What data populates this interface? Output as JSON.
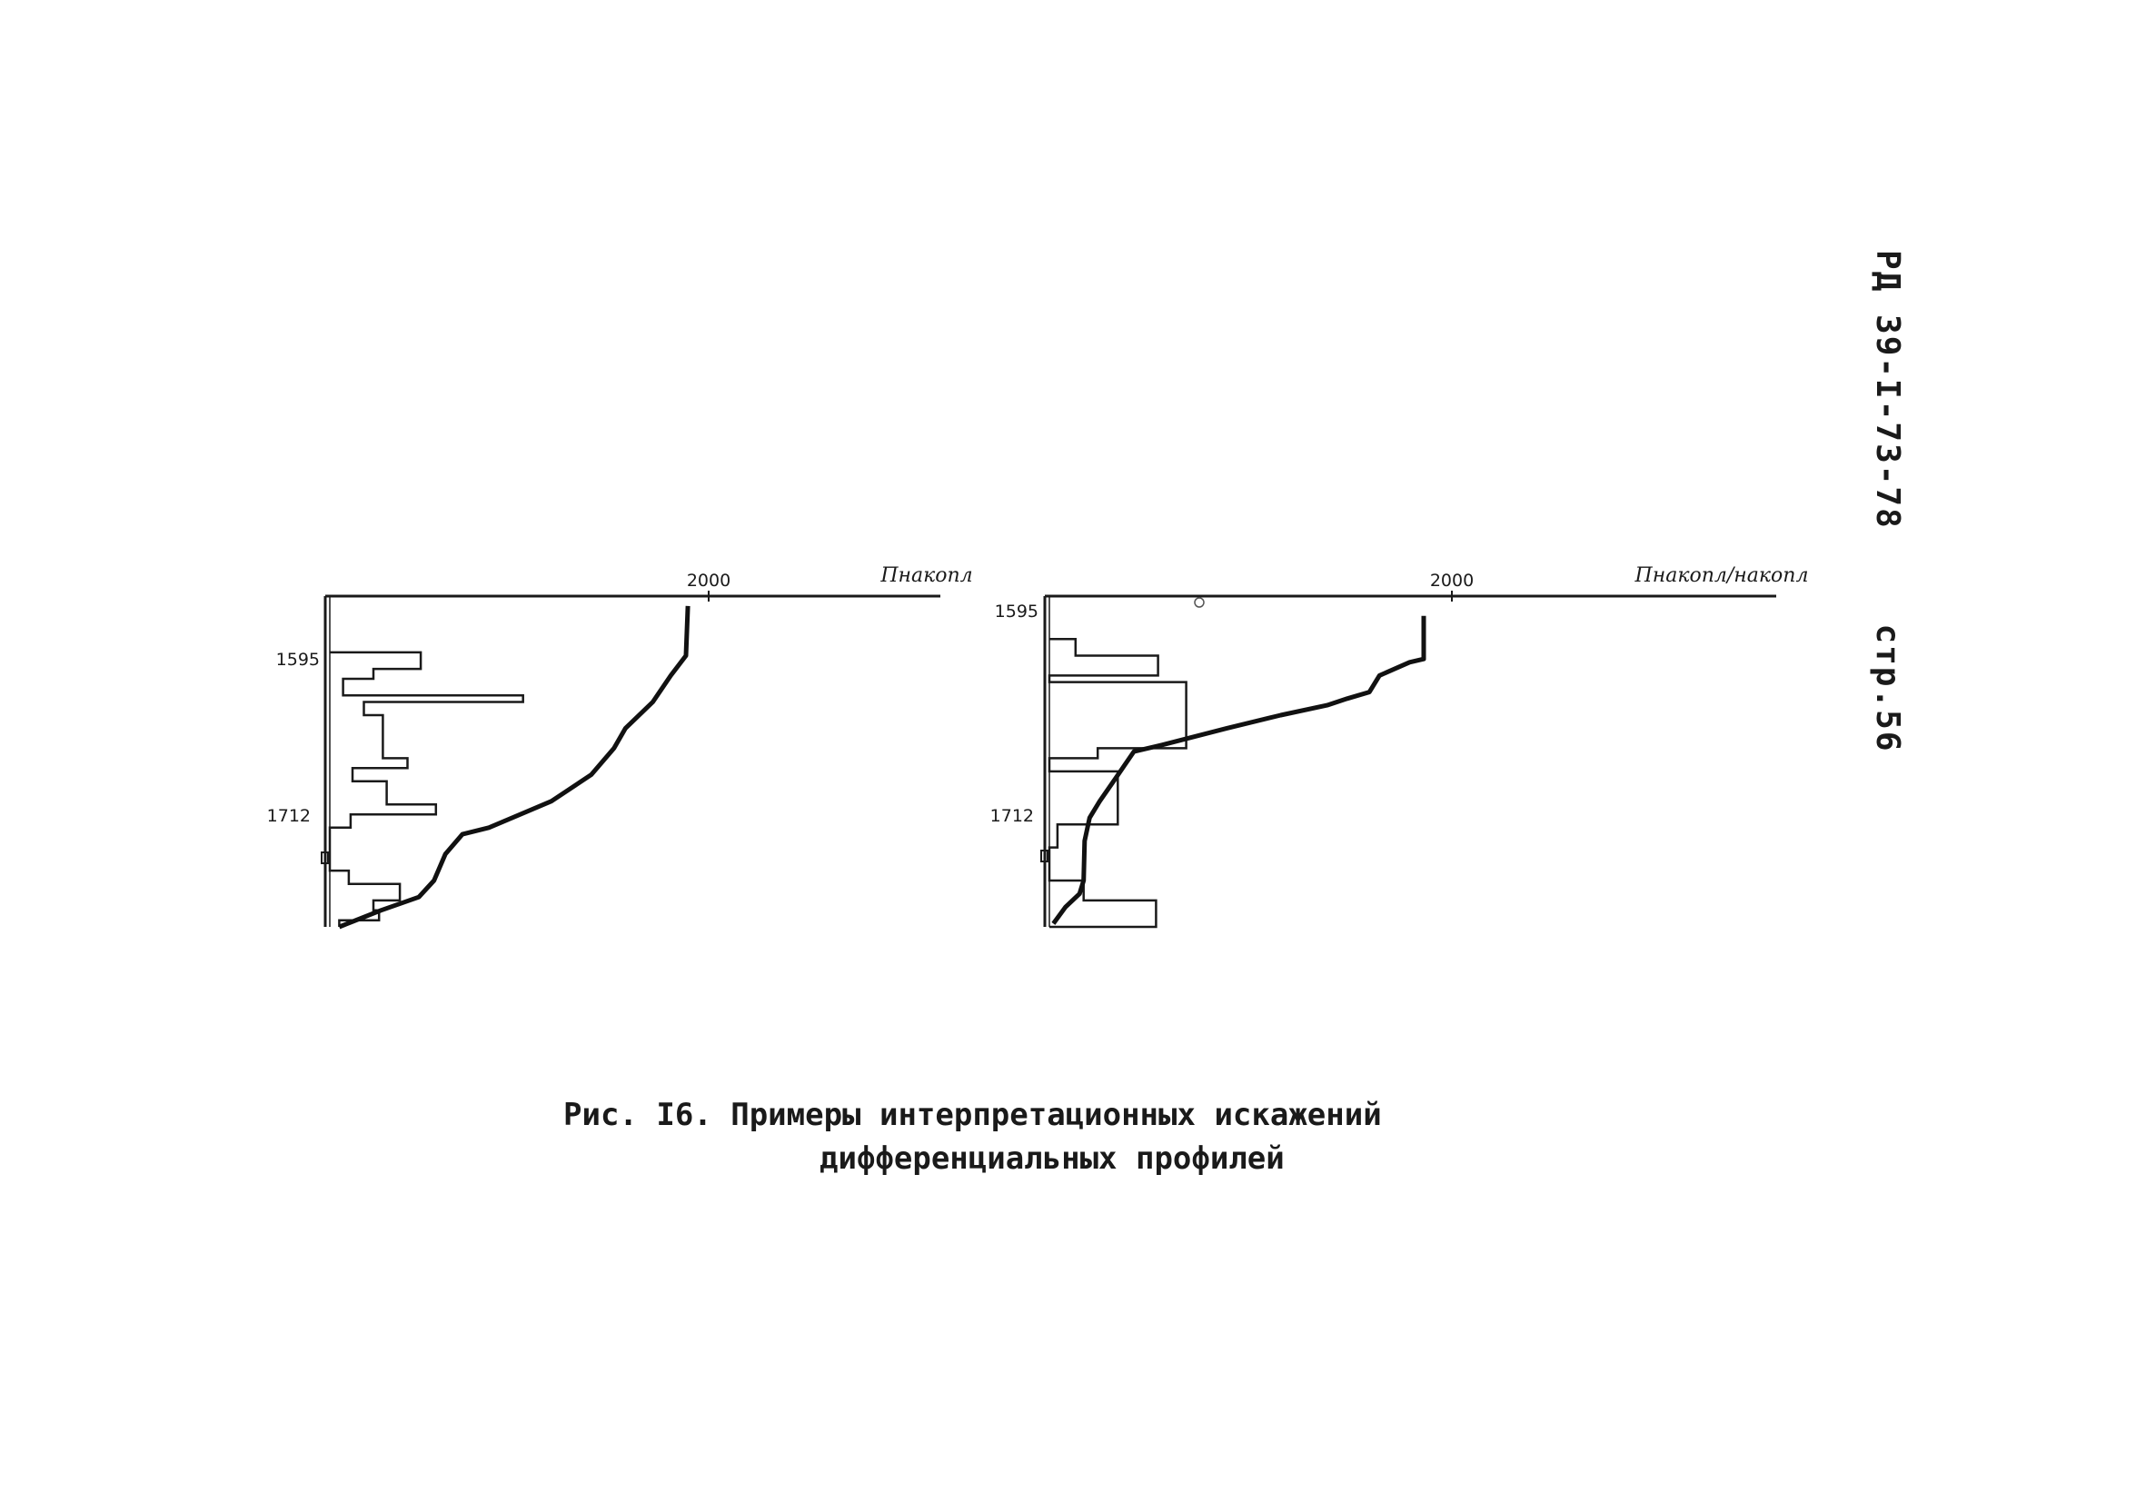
{
  "header": {
    "doc_code": "РД 39-I-73-78",
    "page": "стр.56"
  },
  "caption": {
    "line1": "Рис. I6. Примеры интерпретационных искажений",
    "line2": "дифференциальных профилей"
  },
  "chart_data": [
    {
      "type": "line",
      "x_tick_label": "2000",
      "x_unit": "Пнакопл",
      "depth_labels": [
        "1595",
        "1712"
      ],
      "cumulative_profile": [
        [
          1890,
          0.03
        ],
        [
          1880,
          0.18
        ],
        [
          1800,
          0.24
        ],
        [
          1705,
          0.32
        ],
        [
          1560,
          0.4
        ],
        [
          1500,
          0.46
        ],
        [
          1380,
          0.54
        ],
        [
          1170,
          0.62
        ],
        [
          840,
          0.7
        ],
        [
          700,
          0.72
        ],
        [
          610,
          0.78
        ],
        [
          550,
          0.86
        ],
        [
          470,
          0.91
        ],
        [
          270,
          0.95
        ],
        [
          50,
          1.0
        ]
      ],
      "differential_profile": [
        [
          0,
          0.17
        ],
        [
          480,
          0.17
        ],
        [
          480,
          0.22
        ],
        [
          230,
          0.22
        ],
        [
          230,
          0.25
        ],
        [
          70,
          0.25
        ],
        [
          70,
          0.3
        ],
        [
          1020,
          0.3
        ],
        [
          1020,
          0.32
        ],
        [
          180,
          0.32
        ],
        [
          180,
          0.36
        ],
        [
          280,
          0.36
        ],
        [
          280,
          0.49
        ],
        [
          410,
          0.49
        ],
        [
          410,
          0.52
        ],
        [
          120,
          0.52
        ],
        [
          120,
          0.56
        ],
        [
          300,
          0.56
        ],
        [
          300,
          0.63
        ],
        [
          560,
          0.63
        ],
        [
          560,
          0.66
        ],
        [
          110,
          0.66
        ],
        [
          110,
          0.7
        ],
        [
          0,
          0.7
        ],
        [
          0,
          0.83
        ],
        [
          100,
          0.83
        ],
        [
          100,
          0.87
        ],
        [
          370,
          0.87
        ],
        [
          370,
          0.92
        ],
        [
          230,
          0.92
        ],
        [
          230,
          0.95
        ],
        [
          260,
          0.95
        ],
        [
          260,
          0.98
        ],
        [
          50,
          0.98
        ],
        [
          50,
          1.0
        ]
      ]
    },
    {
      "type": "line",
      "x_tick_label": "2000",
      "x_unit": "Пнакопл/накопл",
      "depth_labels": [
        "1595",
        "1712"
      ],
      "cumulative_profile": [
        [
          1860,
          0.06
        ],
        [
          1860,
          0.19
        ],
        [
          1790,
          0.2
        ],
        [
          1640,
          0.24
        ],
        [
          1590,
          0.29
        ],
        [
          1480,
          0.31
        ],
        [
          1380,
          0.33
        ],
        [
          1150,
          0.36
        ],
        [
          880,
          0.4
        ],
        [
          560,
          0.45
        ],
        [
          420,
          0.47
        ],
        [
          330,
          0.55
        ],
        [
          250,
          0.62
        ],
        [
          200,
          0.67
        ],
        [
          175,
          0.74
        ],
        [
          170,
          0.86
        ],
        [
          150,
          0.9
        ],
        [
          80,
          0.94
        ],
        [
          20,
          0.99
        ]
      ],
      "differential_profile": [
        [
          0,
          0.13
        ],
        [
          130,
          0.13
        ],
        [
          130,
          0.18
        ],
        [
          540,
          0.18
        ],
        [
          540,
          0.24
        ],
        [
          0,
          0.24
        ],
        [
          0,
          0.26
        ],
        [
          680,
          0.26
        ],
        [
          680,
          0.46
        ],
        [
          240,
          0.46
        ],
        [
          240,
          0.49
        ],
        [
          0,
          0.49
        ],
        [
          0,
          0.53
        ],
        [
          340,
          0.53
        ],
        [
          340,
          0.69
        ],
        [
          40,
          0.69
        ],
        [
          40,
          0.76
        ],
        [
          0,
          0.76
        ],
        [
          0,
          0.86
        ],
        [
          170,
          0.86
        ],
        [
          170,
          0.92
        ],
        [
          530,
          0.92
        ],
        [
          530,
          1.0
        ],
        [
          0,
          1.0
        ]
      ]
    }
  ]
}
